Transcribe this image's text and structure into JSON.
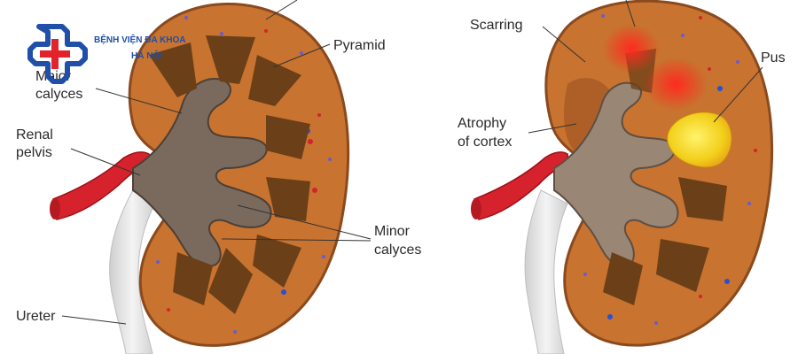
{
  "brand": {
    "line1": "BỆNH VIỆN ĐA KHOA",
    "line2": "HÀ NỘI",
    "color": "#1f4fa8",
    "accent": "#e2232a"
  },
  "normal_kidney": {
    "labels": {
      "pyramid": "Pyramid",
      "major_calyces_1": "Major",
      "major_calyces_2": "calyces",
      "renal_pelvis_1": "Renal",
      "renal_pelvis_2": "pelvis",
      "minor_calyces_1": "Minor",
      "minor_calyces_2": "calyces",
      "ureter": "Ureter"
    }
  },
  "infected_kidney": {
    "labels": {
      "scarring": "Scarring",
      "pus": "Pus",
      "atrophy_1": "Atrophy",
      "atrophy_2": "of cortex"
    }
  },
  "colors": {
    "cortex": "#c8732f",
    "cortex_edge": "#8a4a1e",
    "pyramid": "#6b3f18",
    "pelvis": "#7a6a5e",
    "artery": "#d6222c",
    "ureter": "#e6e6e6",
    "scar": "#f03a2c",
    "pus": "#f2d21e"
  }
}
